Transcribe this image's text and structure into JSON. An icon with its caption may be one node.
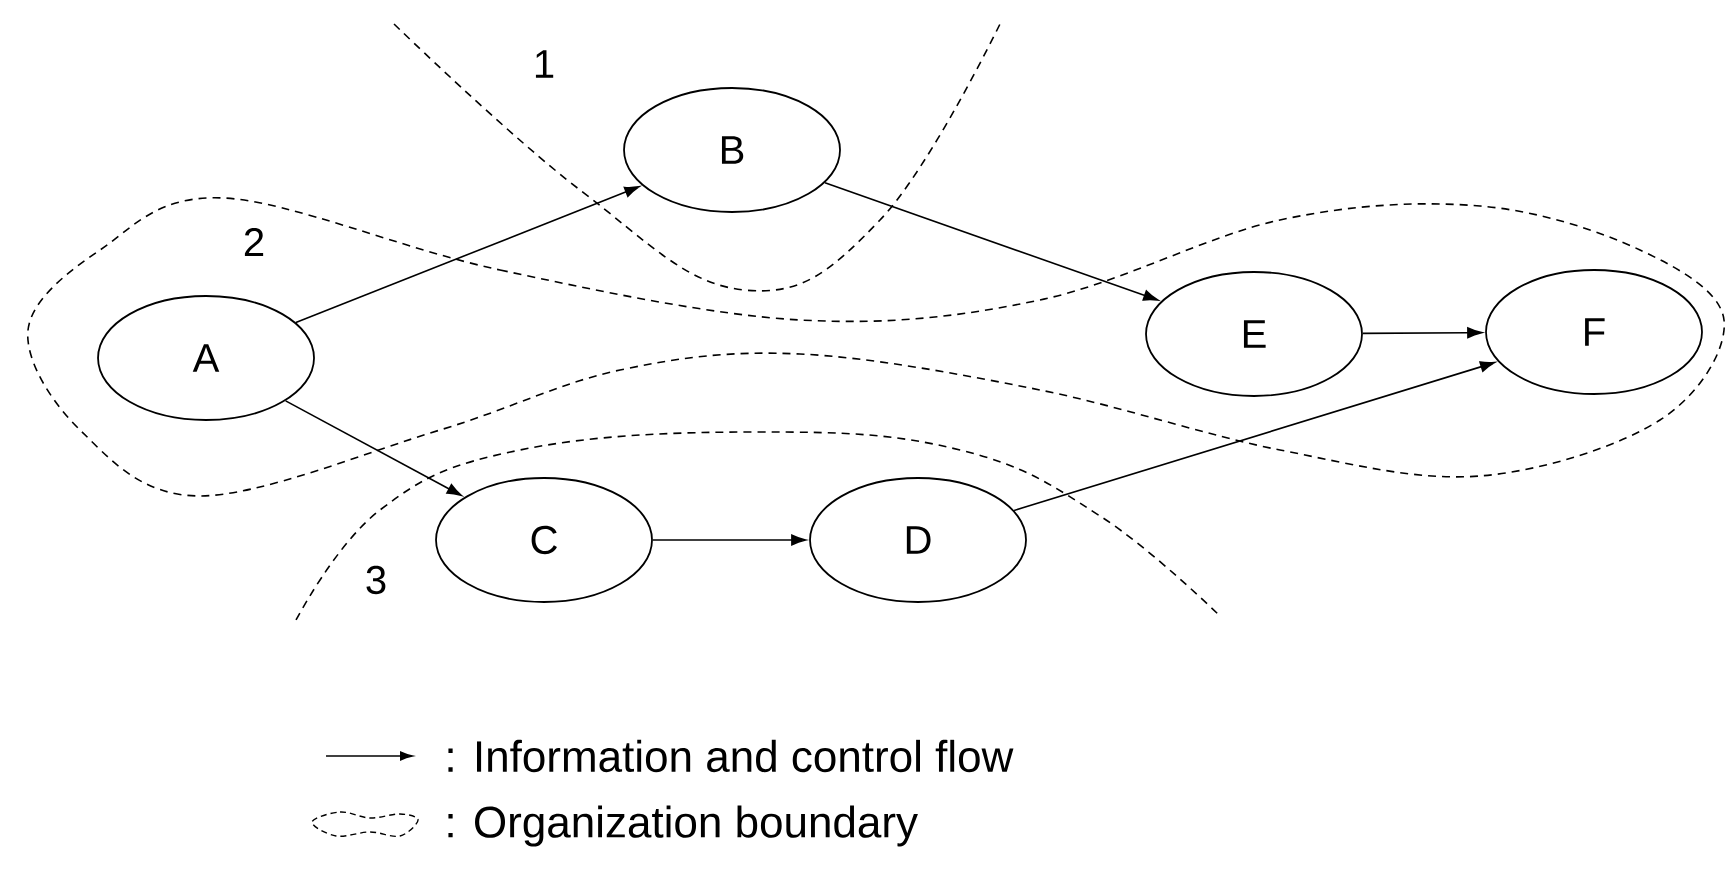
{
  "diagram": {
    "nodes": [
      {
        "text": [
          "A"
        ]
      },
      {
        "text": [
          "B"
        ]
      },
      {
        "text": [
          "C"
        ]
      },
      {
        "text": [
          "D"
        ]
      },
      {
        "text": [
          "E"
        ]
      },
      {
        "text": [
          "F"
        ]
      }
    ],
    "edges": [
      {
        "from": 0,
        "to": 1,
        "arrow": "to"
      },
      {
        "from": 1,
        "to": 4,
        "arrow": "to"
      },
      {
        "from": 0,
        "to": 2,
        "arrow": "to"
      },
      {
        "from": 2,
        "to": 3,
        "arrow": "to"
      },
      {
        "from": 3,
        "to": 5,
        "arrow": "to"
      },
      {
        "from": 4,
        "to": 5,
        "arrow": "to"
      }
    ],
    "labels": [
      "1",
      "2",
      "3"
    ],
    "legend": [
      {
        "text": ": Information and control flow"
      },
      {
        "text": ": Organization boundary"
      }
    ]
  }
}
